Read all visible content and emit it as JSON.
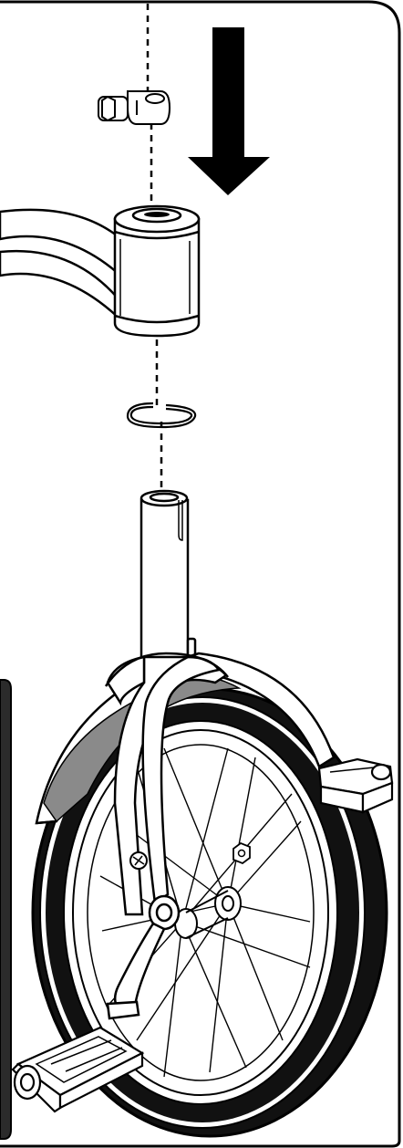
{
  "figure": {
    "kind": "assembly-instruction-illustration",
    "step_direction": "down",
    "parts": [
      {
        "name": "handlebar-clamp"
      },
      {
        "name": "head-tube"
      },
      {
        "name": "retaining-ring"
      },
      {
        "name": "fork-steerer-tube"
      },
      {
        "name": "front-fork"
      },
      {
        "name": "front-fender"
      },
      {
        "name": "front-wheel"
      },
      {
        "name": "pedal"
      }
    ],
    "colors": {
      "line": "#000000",
      "fill": "#ffffff",
      "fender_inner": "#8a8a8a",
      "panel": "#2b2b2b",
      "tire": "#111111"
    }
  }
}
